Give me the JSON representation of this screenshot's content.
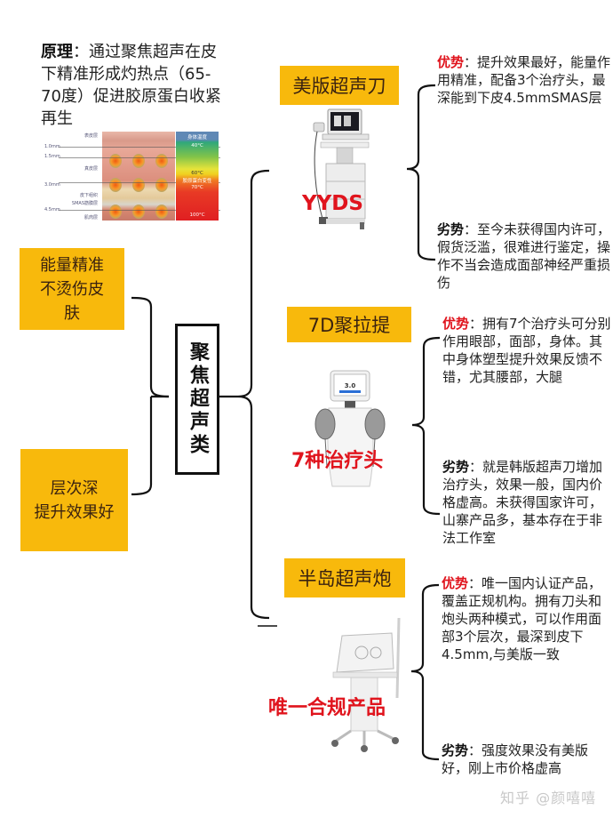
{
  "principle": {
    "label": "原理",
    "text": "：通过聚焦超声在皮下精准形成灼热点（65-70度）促进胶原蛋白收紧再生"
  },
  "skin_diagram": {
    "layer_labels": [
      "表皮层",
      "1.0mm",
      "1.5mm",
      "真皮层",
      "3.0mm",
      "皮下组织",
      "SMAS筋膜层",
      "4.5mm",
      "肌肉层"
    ],
    "temperature_labels": [
      "身体温度",
      "40°C",
      "60°C",
      "胶原蛋白变性",
      "70°C",
      "100°C"
    ]
  },
  "left_boxes": [
    {
      "text_lines": [
        "能量精准",
        "不烫伤皮",
        "肤"
      ]
    },
    {
      "text_lines": [
        "层次深",
        "提升效果好"
      ]
    }
  ],
  "center": {
    "title": "聚焦超声类"
  },
  "products": [
    {
      "name": "美版超声刀",
      "tag": "YYDS",
      "advantage_label": "优势",
      "advantage_text": "：提升效果最好，能量作用精准，配备3个治疗头，最深能到下皮4.5mmSMAS层",
      "disadvantage_label": "劣势",
      "disadvantage_text": "：至今未获得国内许可，假货泛滥，很难进行鉴定，操作不当会造成面部神经严重损伤"
    },
    {
      "name": "7D聚拉提",
      "tag": "7种治疗头",
      "screen_value": "3.0",
      "advantage_label": "优势",
      "advantage_text": "：拥有7个治疗头可分别作用眼部，面部，身体。其中身体塑型提升效果反馈不错，尤其腰部，大腿",
      "disadvantage_label": "劣势",
      "disadvantage_text": "：就是韩版超声刀增加治疗头，效果一般，国内价格虚高。未获得国家许可，山寨产品多，基本存在于非法工作室"
    },
    {
      "name": "半岛超声炮",
      "tag": "唯一合规产品",
      "advantage_label": "优势",
      "advantage_text": "：唯一国内认证产品，覆盖正规机构。拥有刀头和炮头两种模式，可以作用面部3个层次，最深到皮下4.5mm,与美版一致",
      "disadvantage_label": "劣势",
      "disadvantage_text": "：强度效果没有美版好，刚上市价格虚高"
    }
  ],
  "watermark": "知乎 @颜嘻嘻",
  "colors": {
    "label_yellow": "#f8b90c",
    "advantage_red": "#e0141d",
    "tag_red": "#e0141d",
    "line_black": "#111111"
  }
}
